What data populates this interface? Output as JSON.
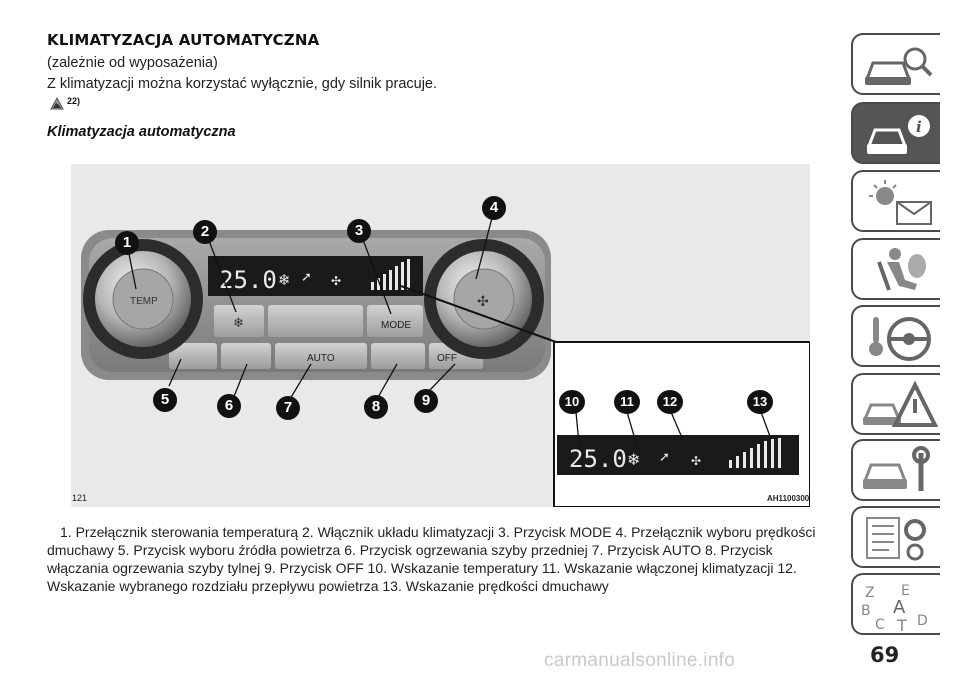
{
  "doc": {
    "heading": "KLIMATYZACJA AUTOMATYCZNA",
    "availability": "(zależnie od wyposażenia)",
    "note": "Z klimatyzacji można korzystać wyłącznie, gdy silnik pracuje.",
    "warning_ref": "22)",
    "subtitle": "Klimatyzacja automatyczna"
  },
  "figure": {
    "id": "121",
    "code": "AH1100300",
    "temp_display": "25.0",
    "labels": {
      "temp": "TEMP",
      "mode": "MODE",
      "auto": "AUTO",
      "off": "OFF"
    },
    "callouts": [
      "1",
      "2",
      "3",
      "4",
      "5",
      "6",
      "7",
      "8",
      "9",
      "10",
      "11",
      "12",
      "13"
    ]
  },
  "caption": "1. Przełącznik sterowania temperaturą  2. Włącznik układu klimatyzacji  3. Przycisk MODE  4. Przełącznik wyboru prędkości dmuchawy  5. Przycisk wyboru źródła powietrza  6. Przycisk ogrzewania szyby przedniej  7. Przycisk AUTO  8. Przycisk włączania ogrzewania szyby tylnej  9. Przycisk OFF  10. Wskazanie temperatury  11. Wskazanie włączonej klimatyzacji 12. Wskazanie wybranego rozdziału przepływu powietrza  13. Wskazanie prędkości dmuchawy",
  "sidebar": {
    "tabs": [
      {
        "icon": "dashboard-magnifier-icon"
      },
      {
        "icon": "car-info-icon"
      },
      {
        "icon": "warning-lights-message-icon"
      },
      {
        "icon": "airbag-seat-icon"
      },
      {
        "icon": "steering-wheel-key-icon"
      },
      {
        "icon": "breakdown-warning-triangle-icon"
      },
      {
        "icon": "car-maintenance-wrench-icon"
      },
      {
        "icon": "technical-data-gear-icon"
      },
      {
        "icon": "alphabetical-index-icon"
      }
    ],
    "index_letters": "ZEBACTD",
    "active_index": 1
  },
  "page": {
    "number": "69"
  },
  "watermark": "carmanualsonline.info"
}
